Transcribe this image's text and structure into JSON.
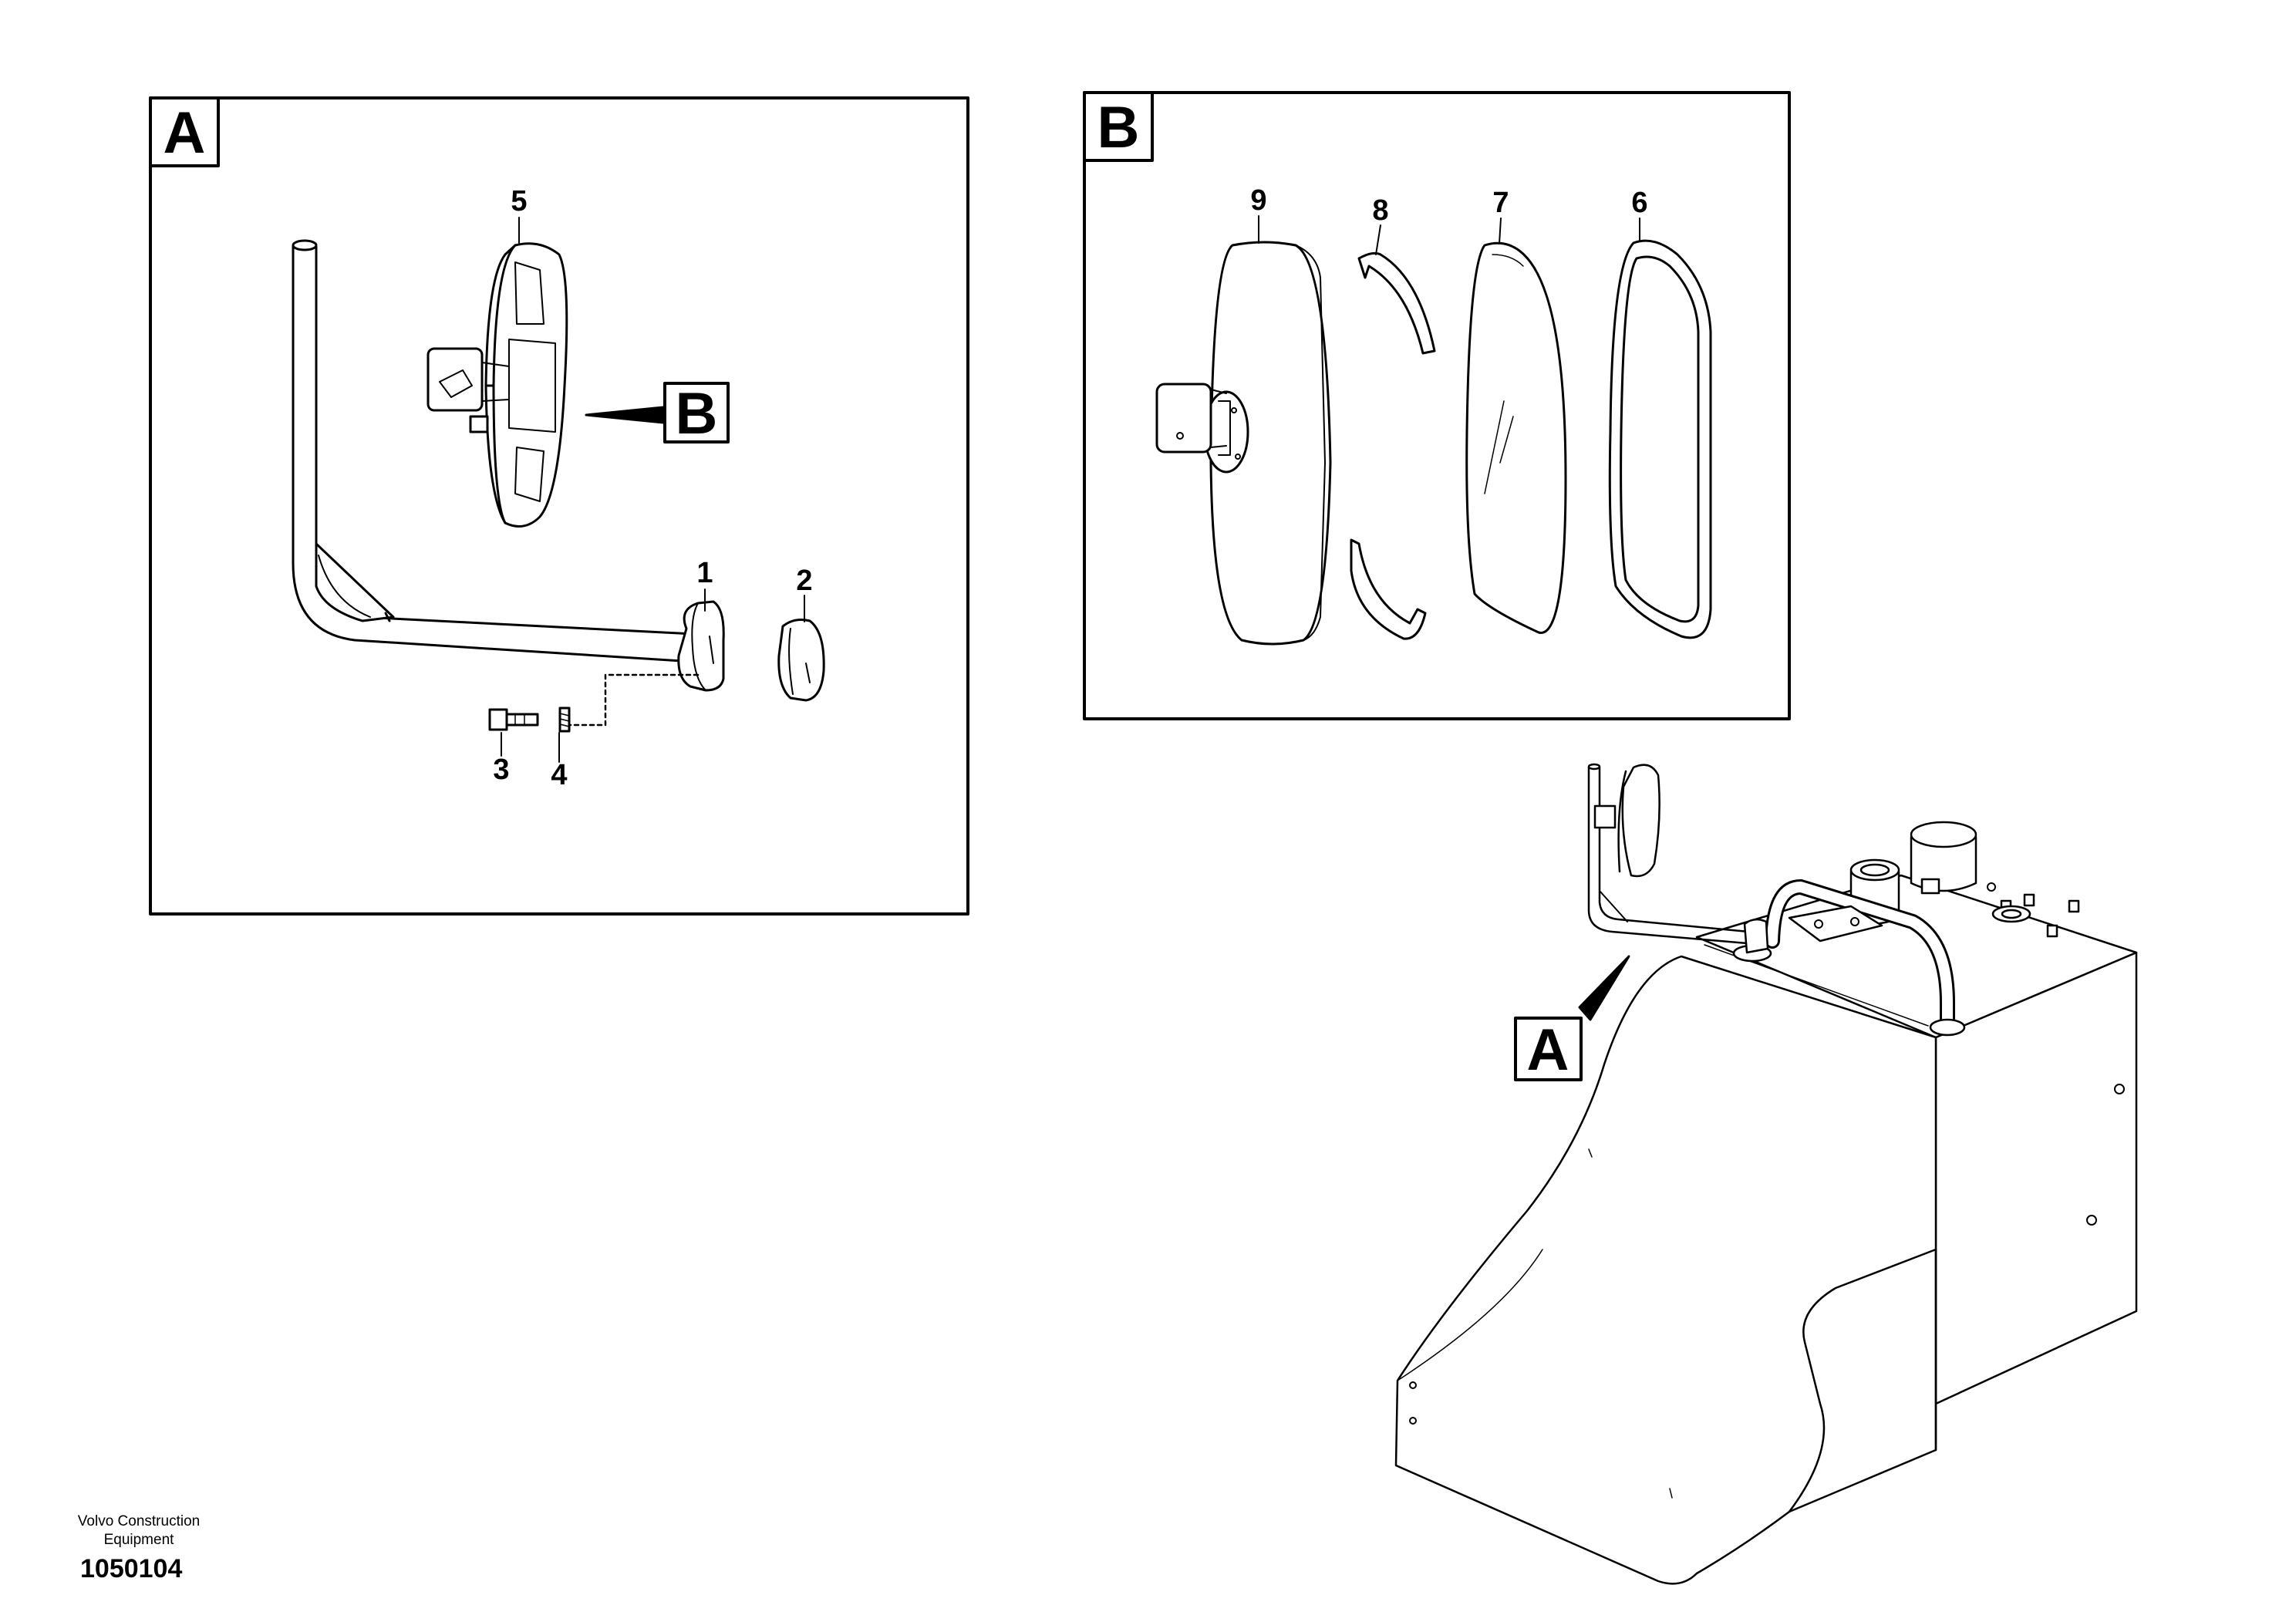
{
  "footer": {
    "brand": "Volvo Construction\nEquipment",
    "drawing_number": "1050104"
  },
  "detail_a": {
    "label": "A",
    "reference_label": "B",
    "callouts": [
      "1",
      "2",
      "3",
      "4",
      "5"
    ]
  },
  "detail_b": {
    "label": "B",
    "callouts": [
      "6",
      "7",
      "8",
      "9"
    ]
  },
  "machine_view": {
    "reference_label": "A"
  }
}
